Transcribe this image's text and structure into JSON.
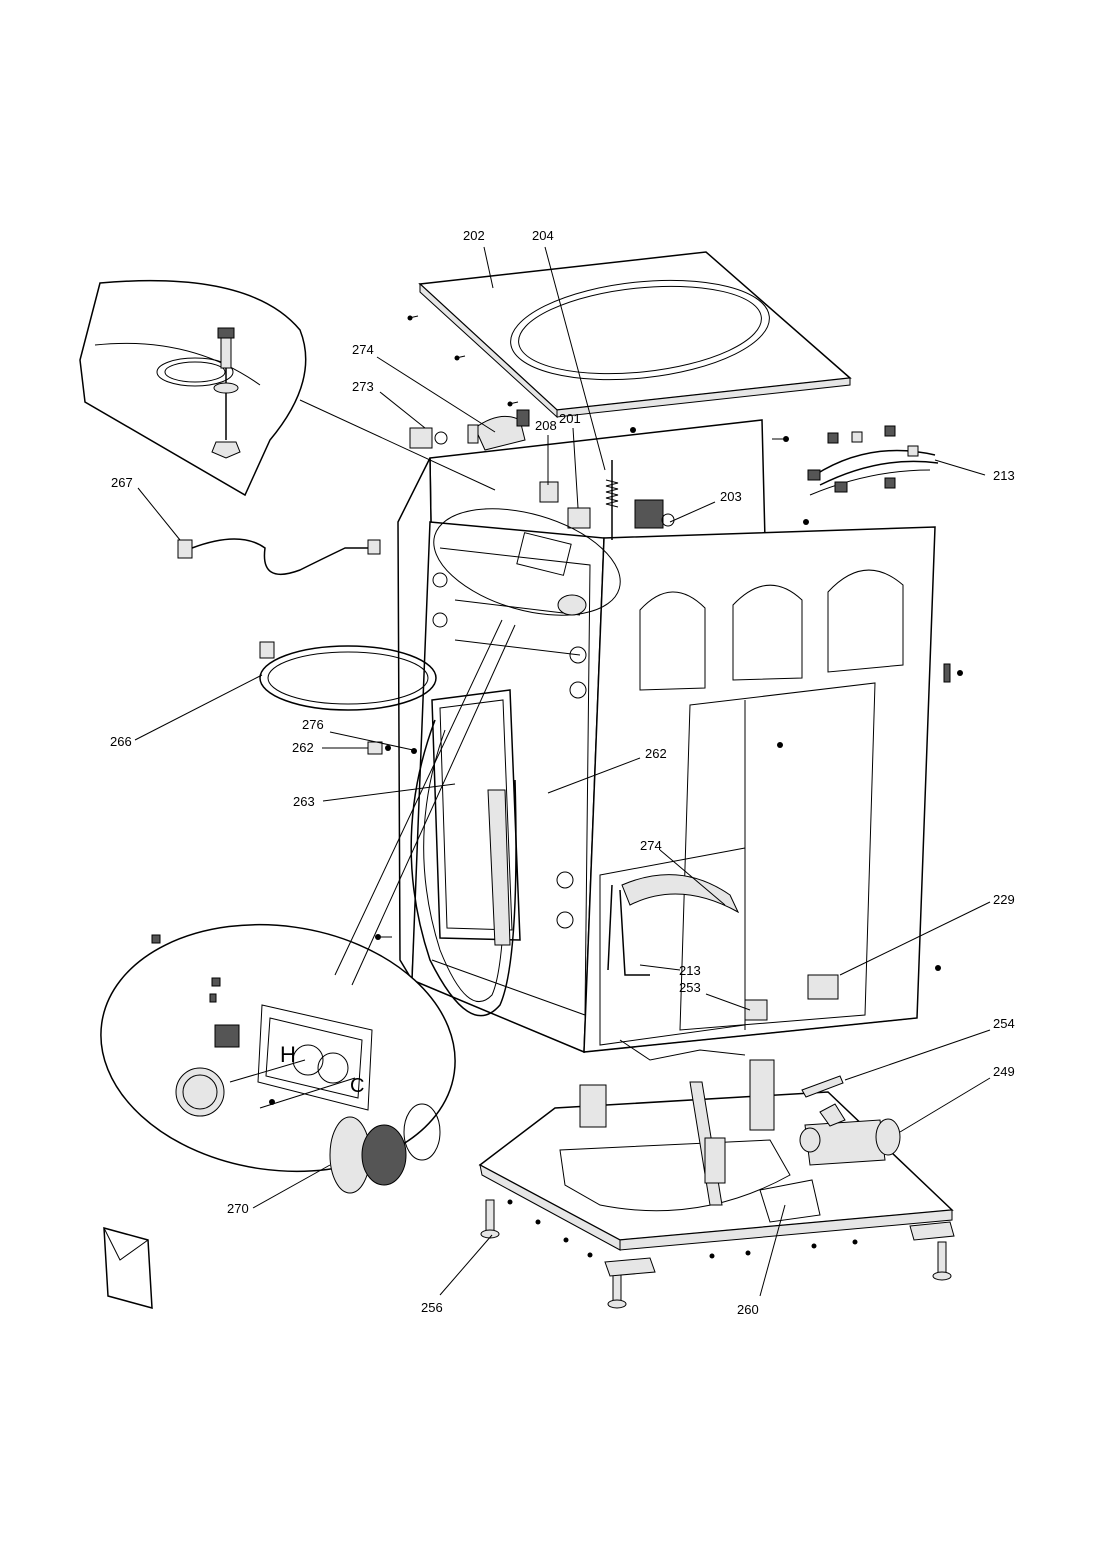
{
  "labels": {
    "202": "202",
    "204": "204",
    "274": "274",
    "273": "273",
    "208": "208",
    "201": "201",
    "213": "213",
    "203": "203",
    "267": "267",
    "266": "266",
    "276": "276",
    "262": "262",
    "263": "263",
    "229": "229",
    "253": "253",
    "254": "254",
    "249": "249",
    "270": "270",
    "256": "256",
    "260": "260"
  },
  "panel_letters": {
    "hot": "H",
    "cold": "C"
  }
}
